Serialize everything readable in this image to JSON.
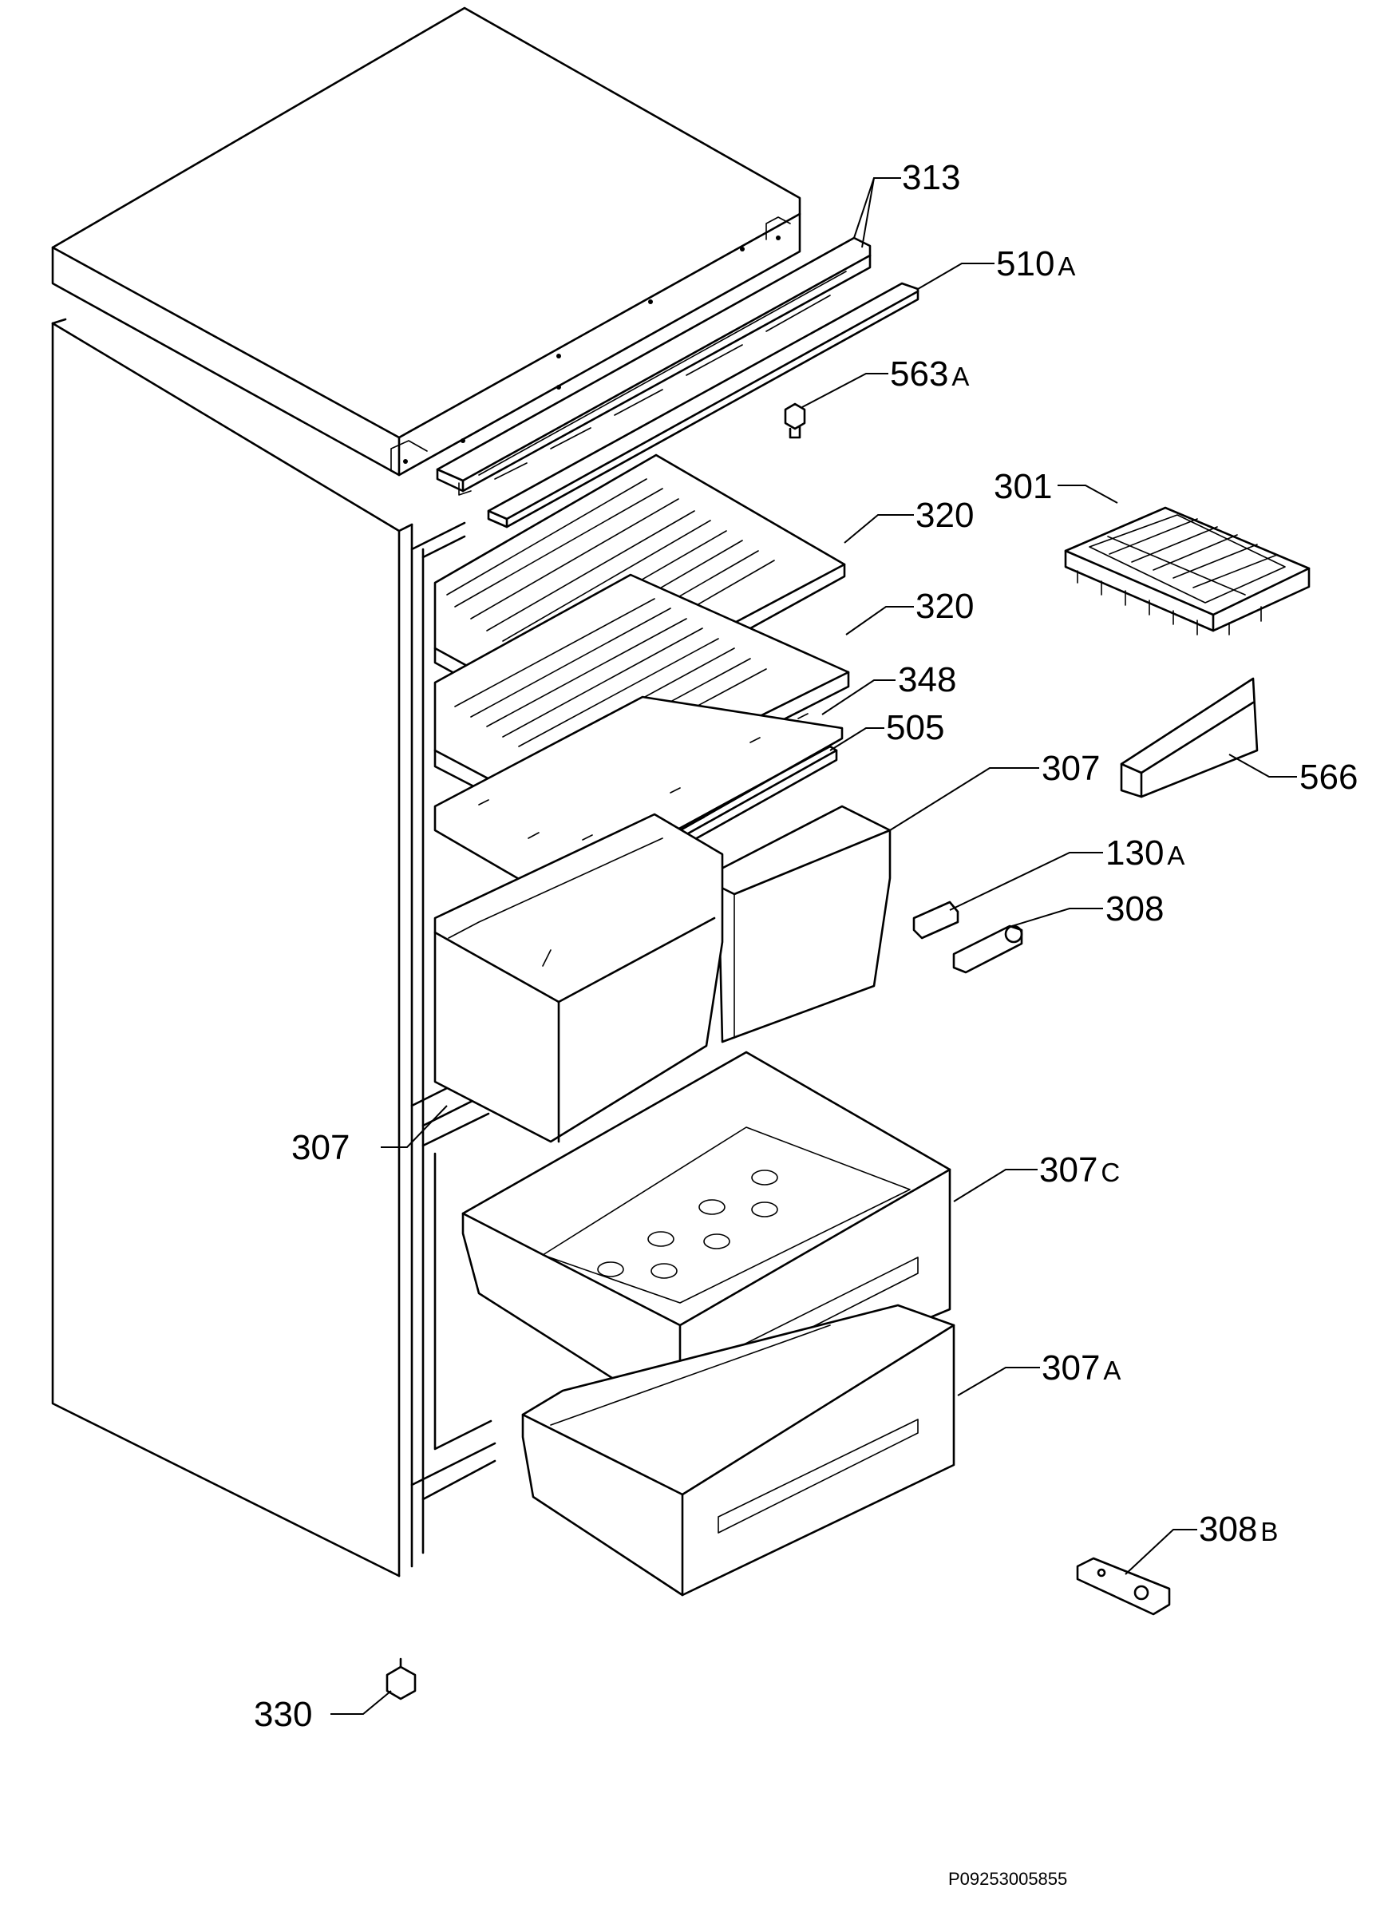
{
  "document_code": "P09253005855",
  "callouts": [
    {
      "id": "c313",
      "num": "313",
      "suffix": ""
    },
    {
      "id": "c510a",
      "num": "510",
      "suffix": "A"
    },
    {
      "id": "c563a",
      "num": "563",
      "suffix": "A"
    },
    {
      "id": "c301",
      "num": "301",
      "suffix": ""
    },
    {
      "id": "c320a",
      "num": "320",
      "suffix": ""
    },
    {
      "id": "c320b",
      "num": "320",
      "suffix": ""
    },
    {
      "id": "c348",
      "num": "348",
      "suffix": ""
    },
    {
      "id": "c505",
      "num": "505",
      "suffix": ""
    },
    {
      "id": "c307a",
      "num": "307",
      "suffix": ""
    },
    {
      "id": "c566",
      "num": "566",
      "suffix": ""
    },
    {
      "id": "c130a",
      "num": "130",
      "suffix": "A"
    },
    {
      "id": "c308",
      "num": "308",
      "suffix": ""
    },
    {
      "id": "c307b",
      "num": "307",
      "suffix": ""
    },
    {
      "id": "c307c",
      "num": "307",
      "suffix": "C"
    },
    {
      "id": "c307A",
      "num": "307",
      "suffix": "A"
    },
    {
      "id": "c308b",
      "num": "308",
      "suffix": "B"
    },
    {
      "id": "c330",
      "num": "330",
      "suffix": ""
    }
  ]
}
